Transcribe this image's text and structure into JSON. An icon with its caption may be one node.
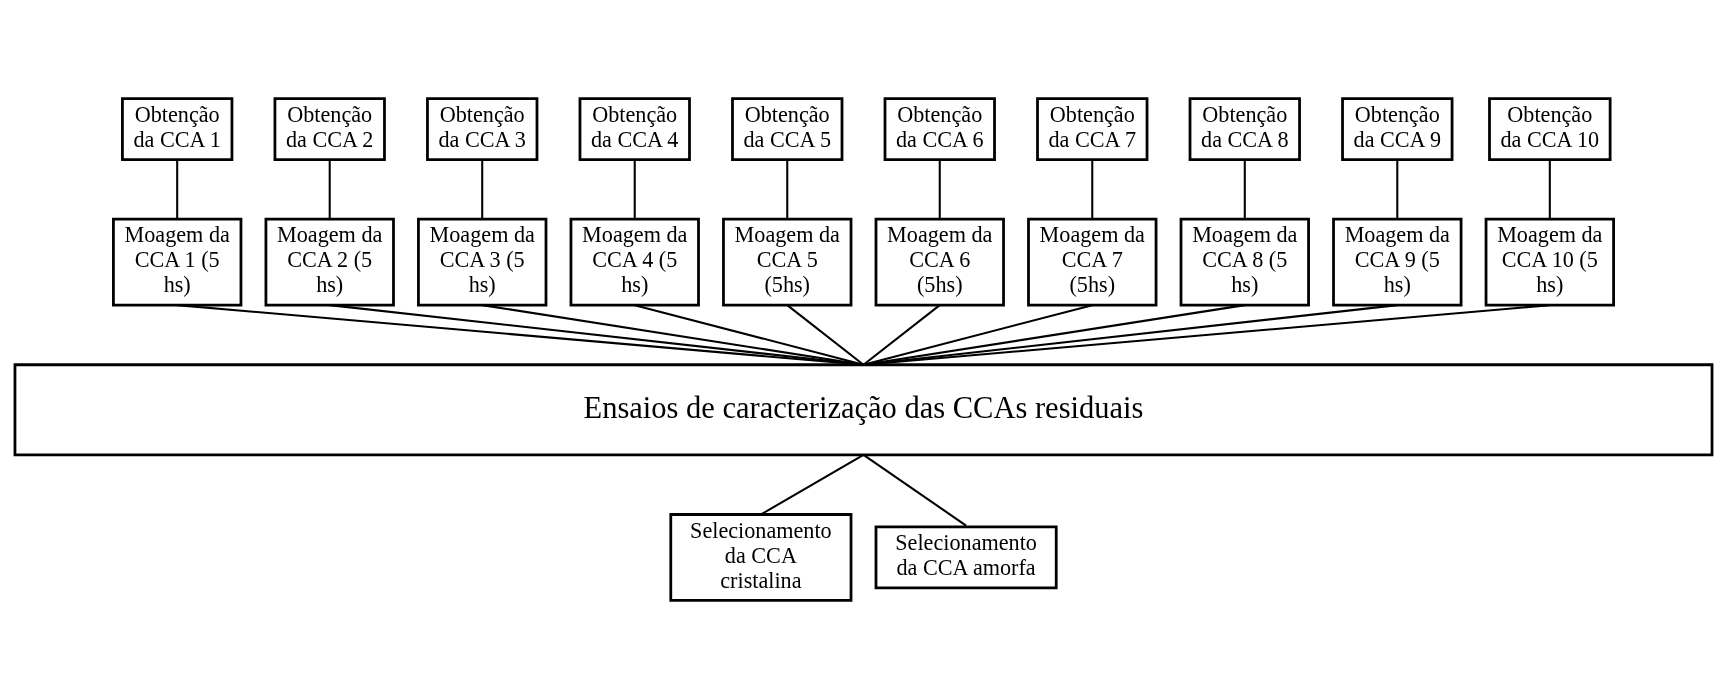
{
  "diagram": {
    "nodes": [
      {
        "text": [
          "Obtenção da CCA 1"
        ]
      },
      {
        "text": [
          "Obtenção da CCA 2"
        ]
      },
      {
        "text": [
          "Obtenção da CCA 3"
        ]
      },
      {
        "text": [
          "Obtenção da CCA 4"
        ]
      },
      {
        "text": [
          "Obtenção da CCA 5"
        ]
      },
      {
        "text": [
          "Obtenção da CCA 6"
        ]
      },
      {
        "text": [
          "Obtenção da CCA 7"
        ]
      },
      {
        "text": [
          "Obtenção da CCA 8"
        ]
      },
      {
        "text": [
          "Obtenção da CCA 9"
        ]
      },
      {
        "text": [
          "Obtenção da CCA 10"
        ]
      },
      {
        "text": [
          "Moagem da CCA 1 (5 hs)"
        ]
      },
      {
        "text": [
          "Moagem da CCA 2 (5 hs)"
        ]
      },
      {
        "text": [
          "Moagem da CCA 3 (5 hs)"
        ]
      },
      {
        "text": [
          "Moagem da CCA 4 (5 hs)"
        ]
      },
      {
        "text": [
          "Moagem da CCA 5 (5hs)"
        ]
      },
      {
        "text": [
          "Moagem da CCA 6 (5hs)"
        ]
      },
      {
        "text": [
          "Moagem da CCA 7 (5hs)"
        ]
      },
      {
        "text": [
          "Moagem da CCA 8 (5 hs)"
        ]
      },
      {
        "text": [
          "Moagem da CCA 9 (5 hs)"
        ]
      },
      {
        "text": [
          "Moagem da CCA 10 (5 hs)"
        ]
      },
      {
        "text": [
          "Ensaios de caracterização das CCAs residuais"
        ]
      },
      {
        "text": [
          "Selecionamento da CCA cristalina"
        ]
      },
      {
        "text": [
          "Selecionamento da CCA amorfa"
        ]
      }
    ],
    "edges": [
      {
        "from": 0,
        "to": 10,
        "arrow": "none"
      },
      {
        "from": 1,
        "to": 11,
        "arrow": "none"
      },
      {
        "from": 2,
        "to": 12,
        "arrow": "none"
      },
      {
        "from": 3,
        "to": 13,
        "arrow": "none"
      },
      {
        "from": 4,
        "to": 14,
        "arrow": "none"
      },
      {
        "from": 5,
        "to": 15,
        "arrow": "none"
      },
      {
        "from": 6,
        "to": 16,
        "arrow": "none"
      },
      {
        "from": 7,
        "to": 17,
        "arrow": "none"
      },
      {
        "from": 8,
        "to": 18,
        "arrow": "none"
      },
      {
        "from": 9,
        "to": 19,
        "arrow": "none"
      },
      {
        "from": 10,
        "to": 20,
        "arrow": "none"
      },
      {
        "from": 11,
        "to": 20,
        "arrow": "none"
      },
      {
        "from": 12,
        "to": 20,
        "arrow": "none"
      },
      {
        "from": 13,
        "to": 20,
        "arrow": "none"
      },
      {
        "from": 14,
        "to": 20,
        "arrow": "none"
      },
      {
        "from": 15,
        "to": 20,
        "arrow": "none"
      },
      {
        "from": 16,
        "to": 20,
        "arrow": "none"
      },
      {
        "from": 17,
        "to": 20,
        "arrow": "none"
      },
      {
        "from": 18,
        "to": 20,
        "arrow": "none"
      },
      {
        "from": 19,
        "to": 20,
        "arrow": "none"
      },
      {
        "from": 20,
        "to": 21,
        "arrow": "none"
      },
      {
        "from": 20,
        "to": 22,
        "arrow": "none"
      }
    ]
  }
}
